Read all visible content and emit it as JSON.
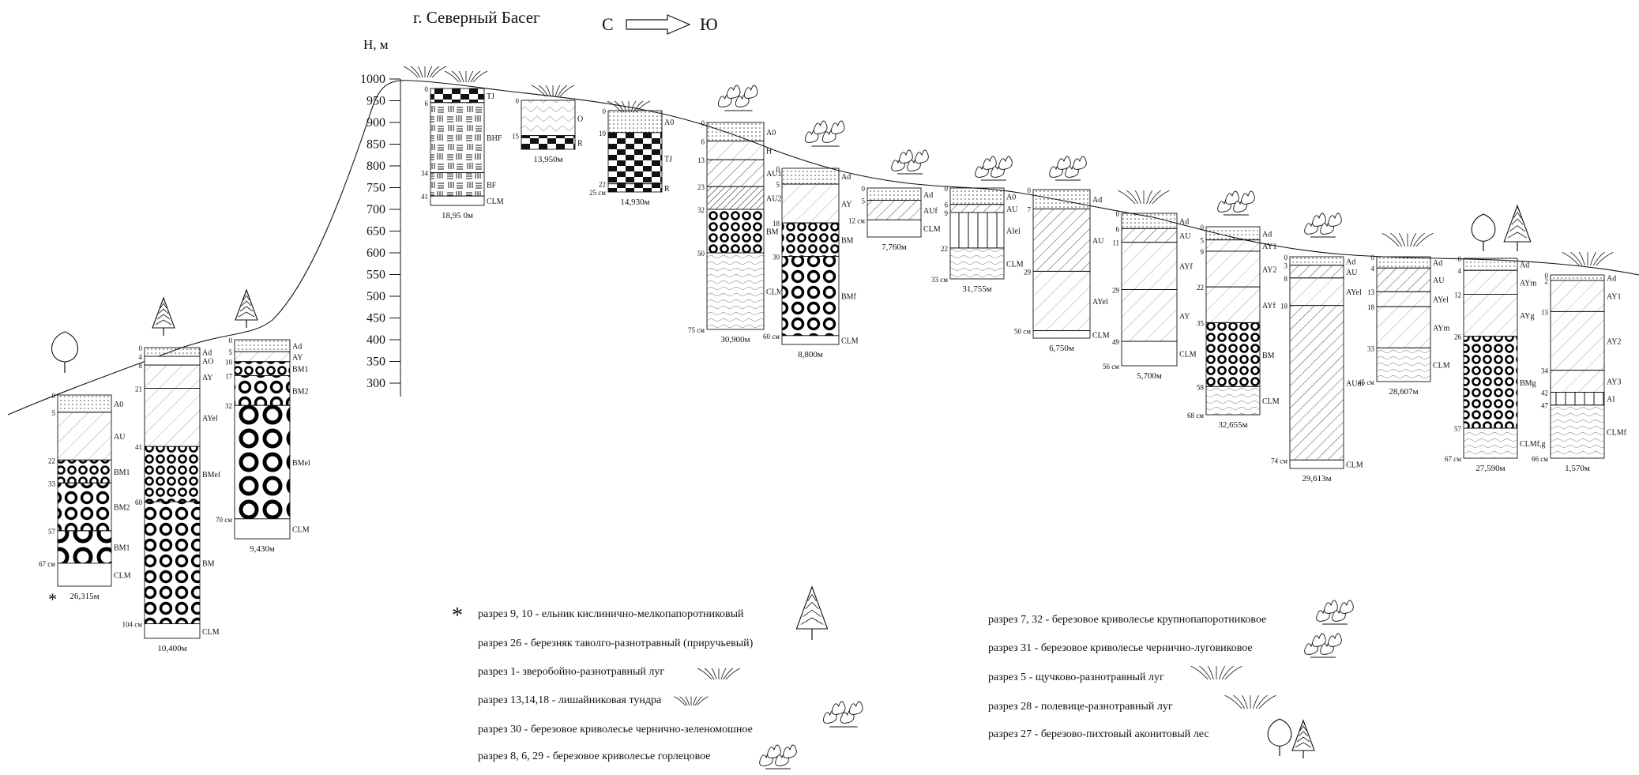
{
  "title": "г. Северный Басег",
  "direction": {
    "from": "С",
    "to": "Ю"
  },
  "axis": {
    "label": "H, м",
    "ticks": [
      "1000",
      "950",
      "900",
      "850",
      "800",
      "750",
      "700",
      "650",
      "600",
      "550",
      "500",
      "450",
      "400",
      "350",
      "300"
    ]
  },
  "profiles": [
    {
      "id": "p1",
      "elev": "26,315м",
      "star": "*",
      "depths": [
        "0",
        "5",
        "22",
        "33",
        "57",
        "67 см"
      ],
      "horizons": [
        "A0",
        "AU",
        "BM1",
        "BM2",
        "BM1",
        "CLM"
      ]
    },
    {
      "id": "p2",
      "elev": "10,400м",
      "depths": [
        "0",
        "4",
        "8",
        "21",
        "41",
        "60",
        "104 см"
      ],
      "horizons": [
        "Ad",
        "AO",
        "AY",
        "AYel",
        "BMel",
        "BM",
        "CLM"
      ]
    },
    {
      "id": "p3",
      "elev": "9,430м",
      "depths": [
        "0",
        "5",
        "10",
        "17",
        "32",
        "70 см"
      ],
      "horizons": [
        "Ad",
        "AY",
        "BM1",
        "BM2",
        "BMel",
        "CLM"
      ]
    },
    {
      "id": "p4",
      "elev": "18,95 0м",
      "depths": [
        "0",
        "6",
        "34",
        "41"
      ],
      "horizons": [
        "TJ",
        "BHF",
        "BF",
        "CLM"
      ]
    },
    {
      "id": "p5",
      "elev": "13,950м",
      "depths": [
        "0",
        "15"
      ],
      "horizons": [
        "O",
        "R"
      ]
    },
    {
      "id": "p6",
      "elev": "14,930м",
      "depths": [
        "0",
        "10",
        "22",
        "25 см"
      ],
      "horizons": [
        "A0",
        "TJ",
        "R"
      ]
    },
    {
      "id": "p7",
      "elev": "30,900м",
      "depths": [
        "0",
        "6",
        "13",
        "23",
        "32",
        "50",
        "75 см"
      ],
      "horizons": [
        "A0",
        "H",
        "AU1",
        "AU2",
        "BM",
        "CLM"
      ]
    },
    {
      "id": "p8",
      "elev": "8,800м",
      "depths": [
        "0",
        "5",
        "18",
        "30",
        "60 см"
      ],
      "horizons": [
        "Ad",
        "AY",
        "BM",
        "BMf",
        "CLM"
      ]
    },
    {
      "id": "p9",
      "elev": "7,760м",
      "depths": [
        "0",
        "5",
        "12 см"
      ],
      "horizons": [
        "Ad",
        "AUf",
        "CLM"
      ]
    },
    {
      "id": "p10",
      "elev": "31,755м",
      "depths": [
        "0",
        "6",
        "9",
        "22",
        "33 см"
      ],
      "horizons": [
        "A0",
        "AU",
        "AIel",
        "CLM"
      ]
    },
    {
      "id": "p11",
      "elev": "6,750м",
      "depths": [
        "0",
        "7",
        "29",
        "50 см"
      ],
      "horizons": [
        "Ad",
        "AU",
        "AYel",
        "CLM"
      ]
    },
    {
      "id": "p12",
      "elev": "5,700м",
      "depths": [
        "0",
        "6",
        "11",
        "29",
        "49",
        "56 см"
      ],
      "horizons": [
        "Ad",
        "AU",
        "AYf",
        "AY",
        "CLM"
      ]
    },
    {
      "id": "p13",
      "elev": "32,655м",
      "depths": [
        "0",
        "5",
        "9",
        "22",
        "35",
        "58",
        "68 см"
      ],
      "horizons": [
        "Ad",
        "AY1",
        "AY2",
        "AYf",
        "BM",
        "CLM"
      ]
    },
    {
      "id": "p14",
      "elev": "29,613м",
      "depths": [
        "0",
        "3",
        "8",
        "18",
        "74 см"
      ],
      "horizons": [
        "Ad",
        "AU",
        "AYel",
        "AUm",
        "CLM"
      ]
    },
    {
      "id": "p15",
      "elev": "28,607м",
      "depths": [
        "0",
        "4",
        "13",
        "18",
        "33",
        "45 см"
      ],
      "horizons": [
        "Ad",
        "AU",
        "AYel",
        "AYm",
        "CLM"
      ]
    },
    {
      "id": "p16",
      "elev": "27,590м",
      "depths": [
        "0",
        "4",
        "12",
        "26",
        "57",
        "67 см"
      ],
      "horizons": [
        "Ad",
        "AYm",
        "AYg",
        "BMg",
        "CLMf,g"
      ]
    },
    {
      "id": "p17",
      "elev": "1,570м",
      "depths": [
        "0",
        "2",
        "13",
        "34",
        "42",
        "47",
        "66 см"
      ],
      "horizons": [
        "Ad",
        "AY1",
        "AY2",
        "AY3",
        "AI",
        "CLMf"
      ]
    }
  ],
  "legend_left": [
    {
      "star": "*",
      "text": "разрез 9, 10 - ельник кислинично-мелкопапоротниковый"
    },
    {
      "text": "разрез 26 - березняк таволго-разнотравный (приручьевый)"
    },
    {
      "text": "разрез 1- зверобойно-разнотравный луг"
    },
    {
      "text": "разрез 13,14,18 - лишайниковая тундра"
    },
    {
      "text": "разрез 30 - березовое криволесье чернично-зеленомошное"
    },
    {
      "text": "разрез 8, 6, 29 - березовое криволесье горлецовое"
    }
  ],
  "legend_right": [
    {
      "text": "разрез 7, 32 - березовое криволесье крупнопапоротниковое"
    },
    {
      "text": "разрез 31 - березовое криволесье чернично-луговиковое"
    },
    {
      "text": "разрез 5 - щучково-разнотравный луг"
    },
    {
      "text": "разрез 28 - полевице-разнотравный луг"
    },
    {
      "text": "разрез 27 - березово-пихтовый аконитовый лес"
    }
  ]
}
